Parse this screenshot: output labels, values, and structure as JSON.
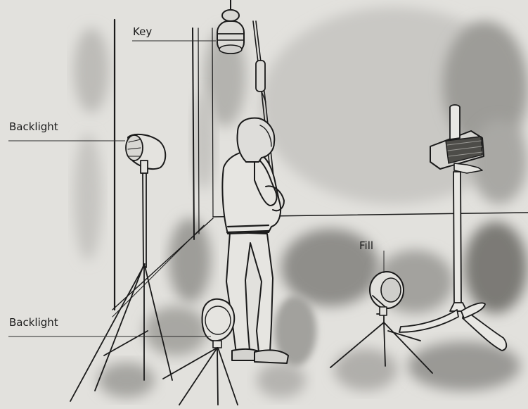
{
  "labels": {
    "key": "Key",
    "backlight_top": "Backlight",
    "backlight_bottom": "Backlight",
    "fill": "Fill"
  }
}
